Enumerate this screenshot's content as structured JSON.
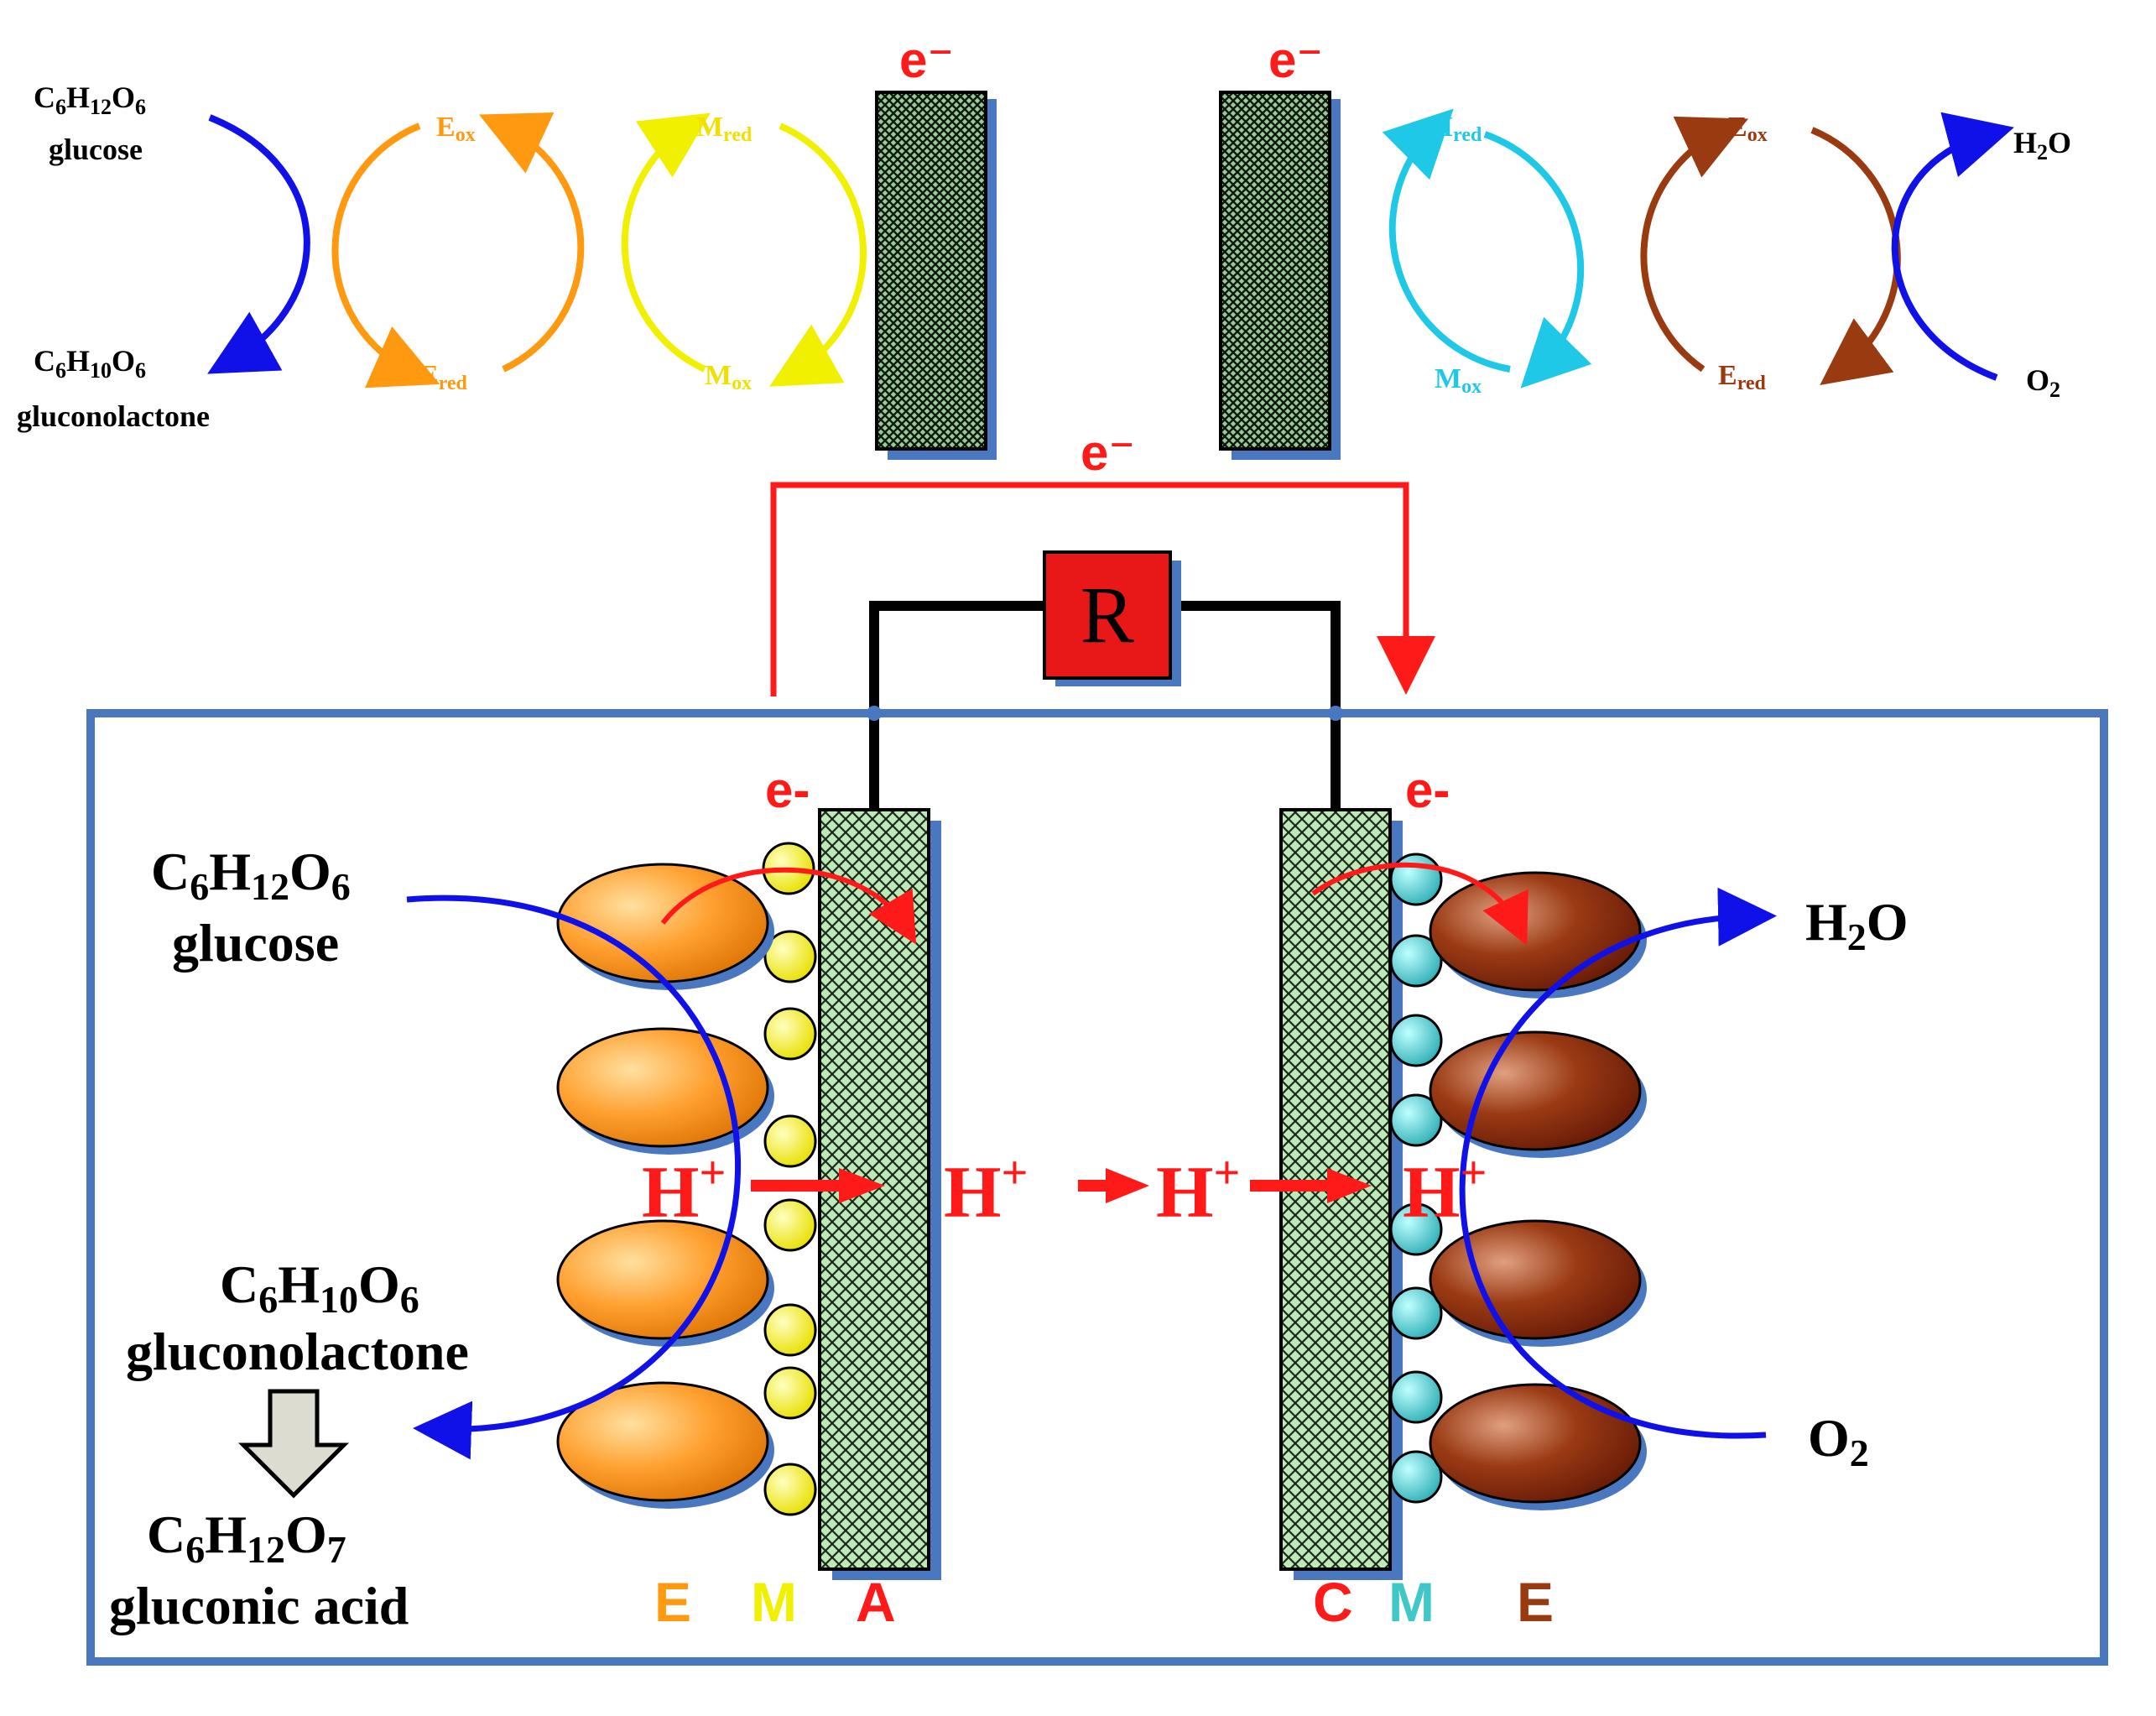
{
  "colors": {
    "red": "#ff1a1a",
    "blue": "#1010e8",
    "orange": "#ff9a10",
    "yellow": "#ffff10",
    "cyan": "#20c8e8",
    "brown": "#9a3a10",
    "frame": "#4a78c0",
    "electrode_fill": "#bde8b8",
    "enzyme_orange": "#ff9a20",
    "enzyme_brown": "#8a2a10",
    "mediator_yellow": "#f2f20a",
    "mediator_cyan": "#40c8c8",
    "resistor": "#e81818",
    "outline": "#000000"
  },
  "top": {
    "anode_side": {
      "substrate_formula": "C6H12O6",
      "substrate_name": "glucose",
      "product_formula": "C6H10O6",
      "product_name": "gluconolactone",
      "enzyme_ox": "Eox",
      "enzyme_red": "Ered",
      "mediator_red": "Mred",
      "mediator_ox": "Mox",
      "electron": "e⁻"
    },
    "cathode_side": {
      "mediator_red": "Mred",
      "mediator_ox": "Mox",
      "enzyme_ox": "Eox",
      "enzyme_red": "Ered",
      "product": "H2O",
      "reactant": "O2",
      "electron": "e⁻"
    },
    "circuit_electron": "e⁻"
  },
  "cell": {
    "resistor_label": "R",
    "anode_electron": "e-",
    "cathode_electron": "e-",
    "left": {
      "glucose_formula": "C6H12O6",
      "glucose_name": "glucose",
      "lactone_formula": "C6H10O6",
      "lactone_name": "gluconolactone",
      "acid_formula": "C6H12O7",
      "acid_name": "gluconic acid"
    },
    "right": {
      "product": "H2O",
      "reactant": "O2"
    },
    "protons": [
      "H+",
      "H+",
      "H+",
      "H+"
    ],
    "bottom_labels": {
      "anode_E": "E",
      "anode_M": "M",
      "anode_A": "A",
      "cathode_C": "C",
      "cathode_M": "M",
      "cathode_E": "E"
    }
  }
}
